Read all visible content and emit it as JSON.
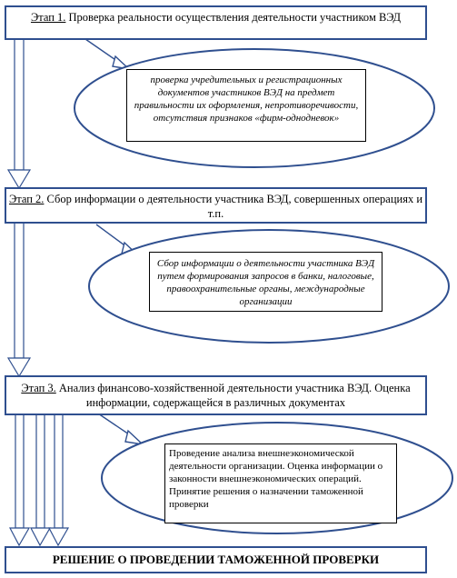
{
  "stage1": {
    "label": "Этап 1.",
    "text": "Проверка реальности осуществления деятельности участником ВЭД"
  },
  "note1": {
    "text": "проверка учредительных и регистрационных документов участников ВЭД на предмет правильности их оформления, непротиворечивости, отсутствия признаков «фирм-однодневок»"
  },
  "stage2": {
    "label": "Этап 2.",
    "text": "Сбор информации о деятельности участника ВЭД, совершенных операциях и т.п."
  },
  "note2": {
    "text": "Сбор информации о деятельности участника ВЭД путем формирования запросов в банки, налоговые, правоохранительные органы, международные организации"
  },
  "stage3": {
    "label": "Этап 3.",
    "text": "Анализ финансово-хозяйственной деятельности участника ВЭД. Оценка информации, содержащейся в различных документах"
  },
  "note3": {
    "text": "Проведение анализа внешнеэкономической деятельности организации. Оценка информации о законности внешнеэкономических операций. Принятие решения о назначении таможенной проверки"
  },
  "final": {
    "text": "РЕШЕНИЕ О ПРОВЕДЕНИИ ТАМОЖЕННОЙ ПРОВЕРКИ"
  },
  "colors": {
    "box_border": "#2f4f8f",
    "arrow": "#2f4f8f",
    "arrow_fill": "#ffffff",
    "ellipse_stroke": "#2f4f8f"
  }
}
